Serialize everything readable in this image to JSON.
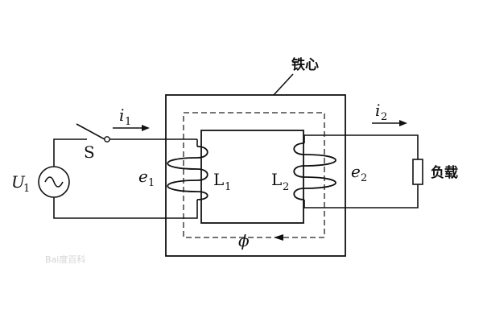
{
  "labels": {
    "core": "铁心",
    "source_main": "U",
    "source_sub": "1",
    "source_symbol": "~",
    "switch": "S",
    "i1_main": "i",
    "i1_sub": "1",
    "i2_main": "i",
    "i2_sub": "2",
    "e1_main": "e",
    "e1_sub": "1",
    "e2_main": "e",
    "e2_sub": "2",
    "L1_main": "L",
    "L1_sub": "1",
    "L2_main": "L",
    "L2_sub": "2",
    "flux": "ϕ",
    "load": "负载"
  },
  "watermark": "Bai度百科"
}
